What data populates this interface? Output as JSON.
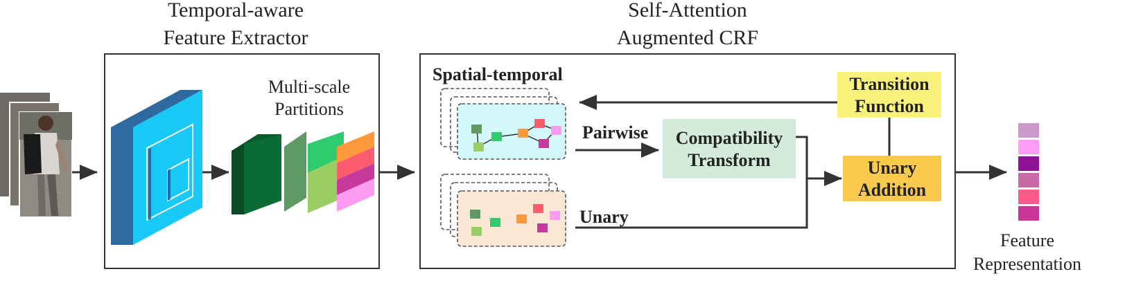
{
  "titles": {
    "extractor_line1": "Temporal-aware",
    "extractor_line2": "Feature Extractor",
    "crf_line1": "Self-Attention",
    "crf_line2": "Augmented CRF"
  },
  "extractor": {
    "multiscale_line1": "Multi-scale",
    "multiscale_line2": "Partitions"
  },
  "crf": {
    "spatial_temporal_label": "Spatial-temporal",
    "pairwise_label": "Pairwise",
    "unary_label": "Unary",
    "compat_line1": "Compatibility",
    "compat_line2": "Transform",
    "transition_line1": "Transition",
    "transition_line2": "Function",
    "unary_add_line1": "Unary",
    "unary_add_line2": "Addition"
  },
  "output": {
    "label_line1": "Feature",
    "label_line2": "Representation"
  },
  "colors": {
    "panel_cyan": "#d4f9fb",
    "panel_peach": "#fbe7d6",
    "compat_box": "#d4ebdc",
    "transition_box": "#fbf27c",
    "unary_add_box": "#fbc94c",
    "cnn_front": "#18c8f5",
    "cnn_side": "#2e6aa0",
    "dark_green": "#0b6b35",
    "mid_green": "#5f9966",
    "bright_green": "#2ecc6e",
    "light_green": "#9acd63",
    "orange": "#ff9a3c",
    "red": "#ff5c70",
    "magenta": "#c73a9c",
    "pink": "#ff9cf2",
    "feature_vector": [
      "#cc99cc",
      "#ff9cf7",
      "#8f1196",
      "#c76aa5",
      "#ff5a8a",
      "#cc3598"
    ]
  }
}
